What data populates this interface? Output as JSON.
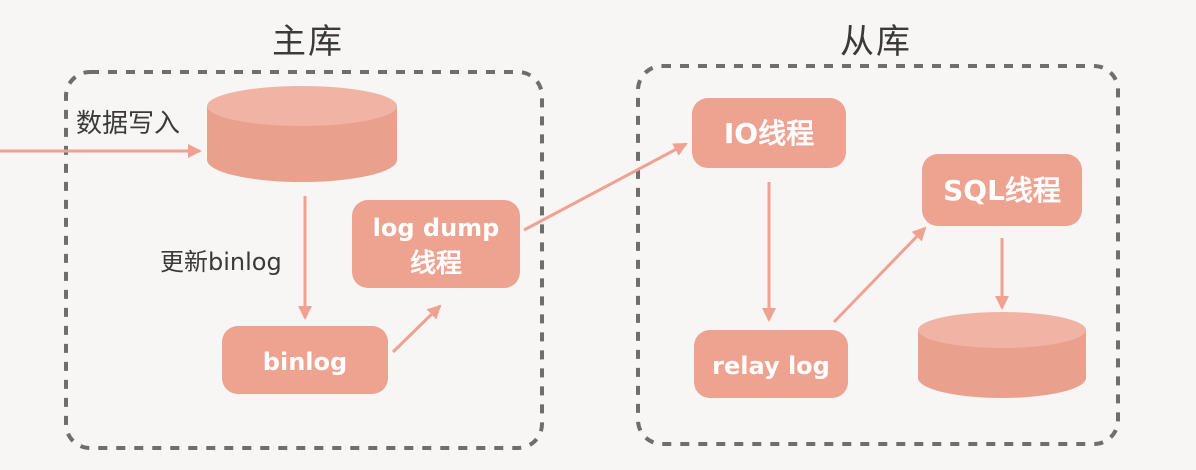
{
  "master": {
    "title": "主库",
    "write_label": "数据写入",
    "update_label": "更新binlog",
    "binlog_label": "binlog",
    "dump_line1": "log dump",
    "dump_line2": "线程"
  },
  "slave": {
    "title": "从库",
    "io_label": "IO线程",
    "sql_label": "SQL线程",
    "relay_label": "relay log"
  },
  "colors": {
    "fill": "#eea290",
    "fill_dark": "#e48e7b",
    "arrow": "#f0a191",
    "border": "#6e6e6e",
    "text": "#3a3a3a"
  }
}
